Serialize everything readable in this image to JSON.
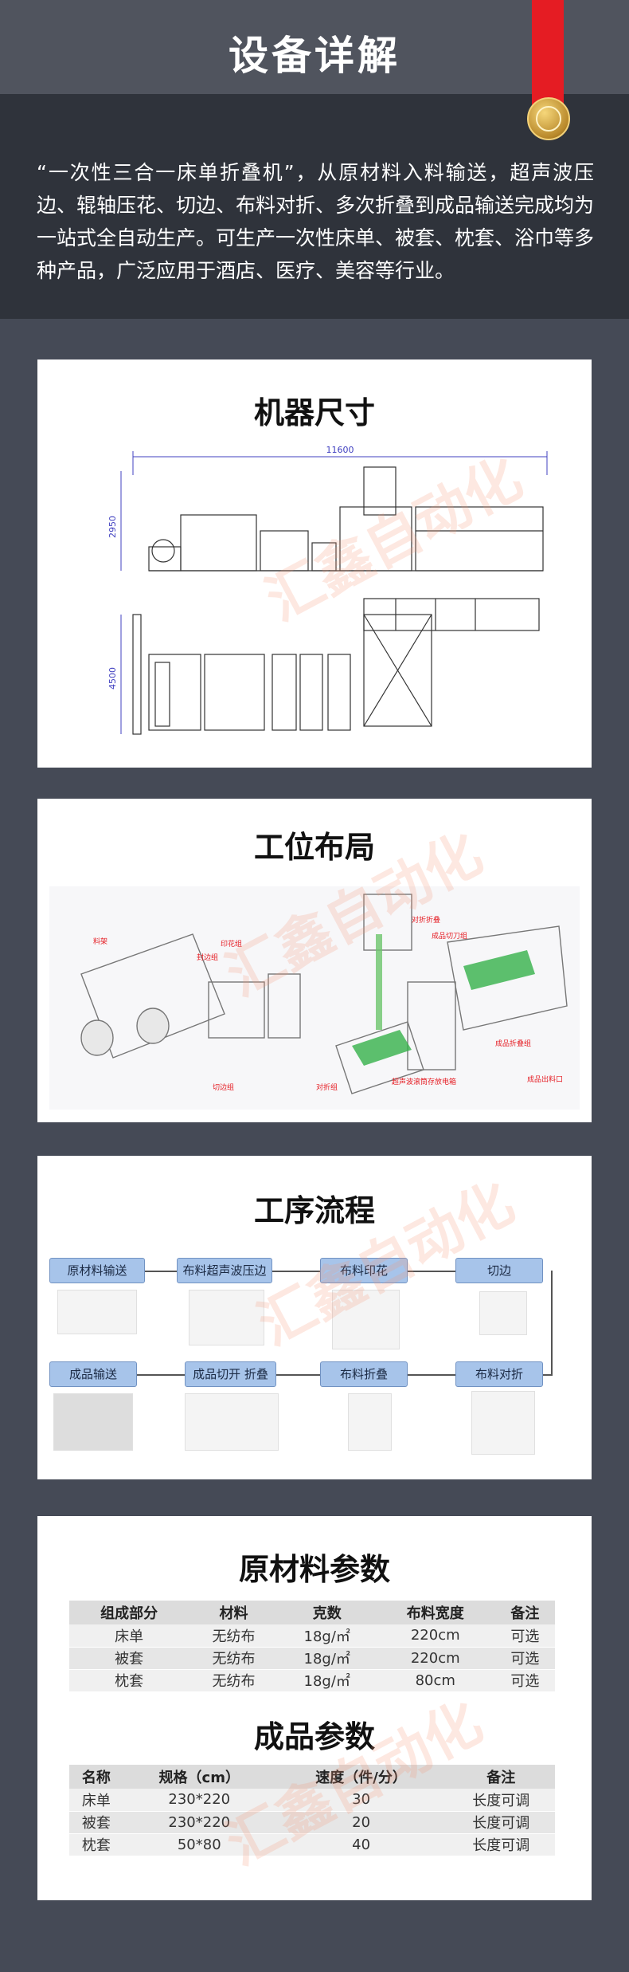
{
  "header": {
    "title": "设备详解",
    "intro": "“一次性三合一床单折叠机”，从原材料入料输送，超声波压边、辊轴压花、切边、布料对折、多次折叠到成品输送完成均为一站式全自动生产。可生产一次性床单、被套、枕套、浴巾等多种产品，广泛应用于酒店、医疗、美容等行业。"
  },
  "dimensions": {
    "title": "机器尺寸",
    "width_label": "11600",
    "height_label": "2950",
    "depth_label": "4500"
  },
  "layout": {
    "title": "工位布局",
    "labels": [
      "料架",
      "印花组",
      "封边组",
      "切边组",
      "对折组",
      "对折折叠",
      "成品切刀组",
      "成品折叠组",
      "超声波滚筒存放电箱",
      "成品出料口"
    ]
  },
  "process": {
    "title": "工序流程",
    "steps_row1": [
      "原材料输送",
      "布料超声波压边",
      "布料印花",
      "切边"
    ],
    "steps_row2": [
      "成品输送",
      "成品切开 折叠",
      "布料折叠",
      "布料对折"
    ]
  },
  "raw": {
    "title": "原材料参数",
    "headers": [
      "组成部分",
      "材料",
      "克数",
      "布料宽度",
      "备注"
    ],
    "rows": [
      [
        "床单",
        "无纺布",
        "18g/㎡",
        "220cm",
        "可选"
      ],
      [
        "被套",
        "无纺布",
        "18g/㎡",
        "220cm",
        "可选"
      ],
      [
        "枕套",
        "无纺布",
        "18g/㎡",
        "80cm",
        "可选"
      ]
    ]
  },
  "product": {
    "title": "成品参数",
    "headers": [
      "名称",
      "规格（cm）",
      "速度（件/分）",
      "备注"
    ],
    "rows": [
      [
        "床单",
        "230*220",
        "30",
        "长度可调"
      ],
      [
        "被套",
        "230*220",
        "20",
        "长度可调"
      ],
      [
        "枕套",
        "50*80",
        "40",
        "长度可调"
      ]
    ]
  },
  "watermark": "汇鑫自动化",
  "colors": {
    "header_bg": "#2f333b",
    "page_bg": "#454a56",
    "ribbon": "#e51c23",
    "step_fill": "#a7c4ea"
  }
}
